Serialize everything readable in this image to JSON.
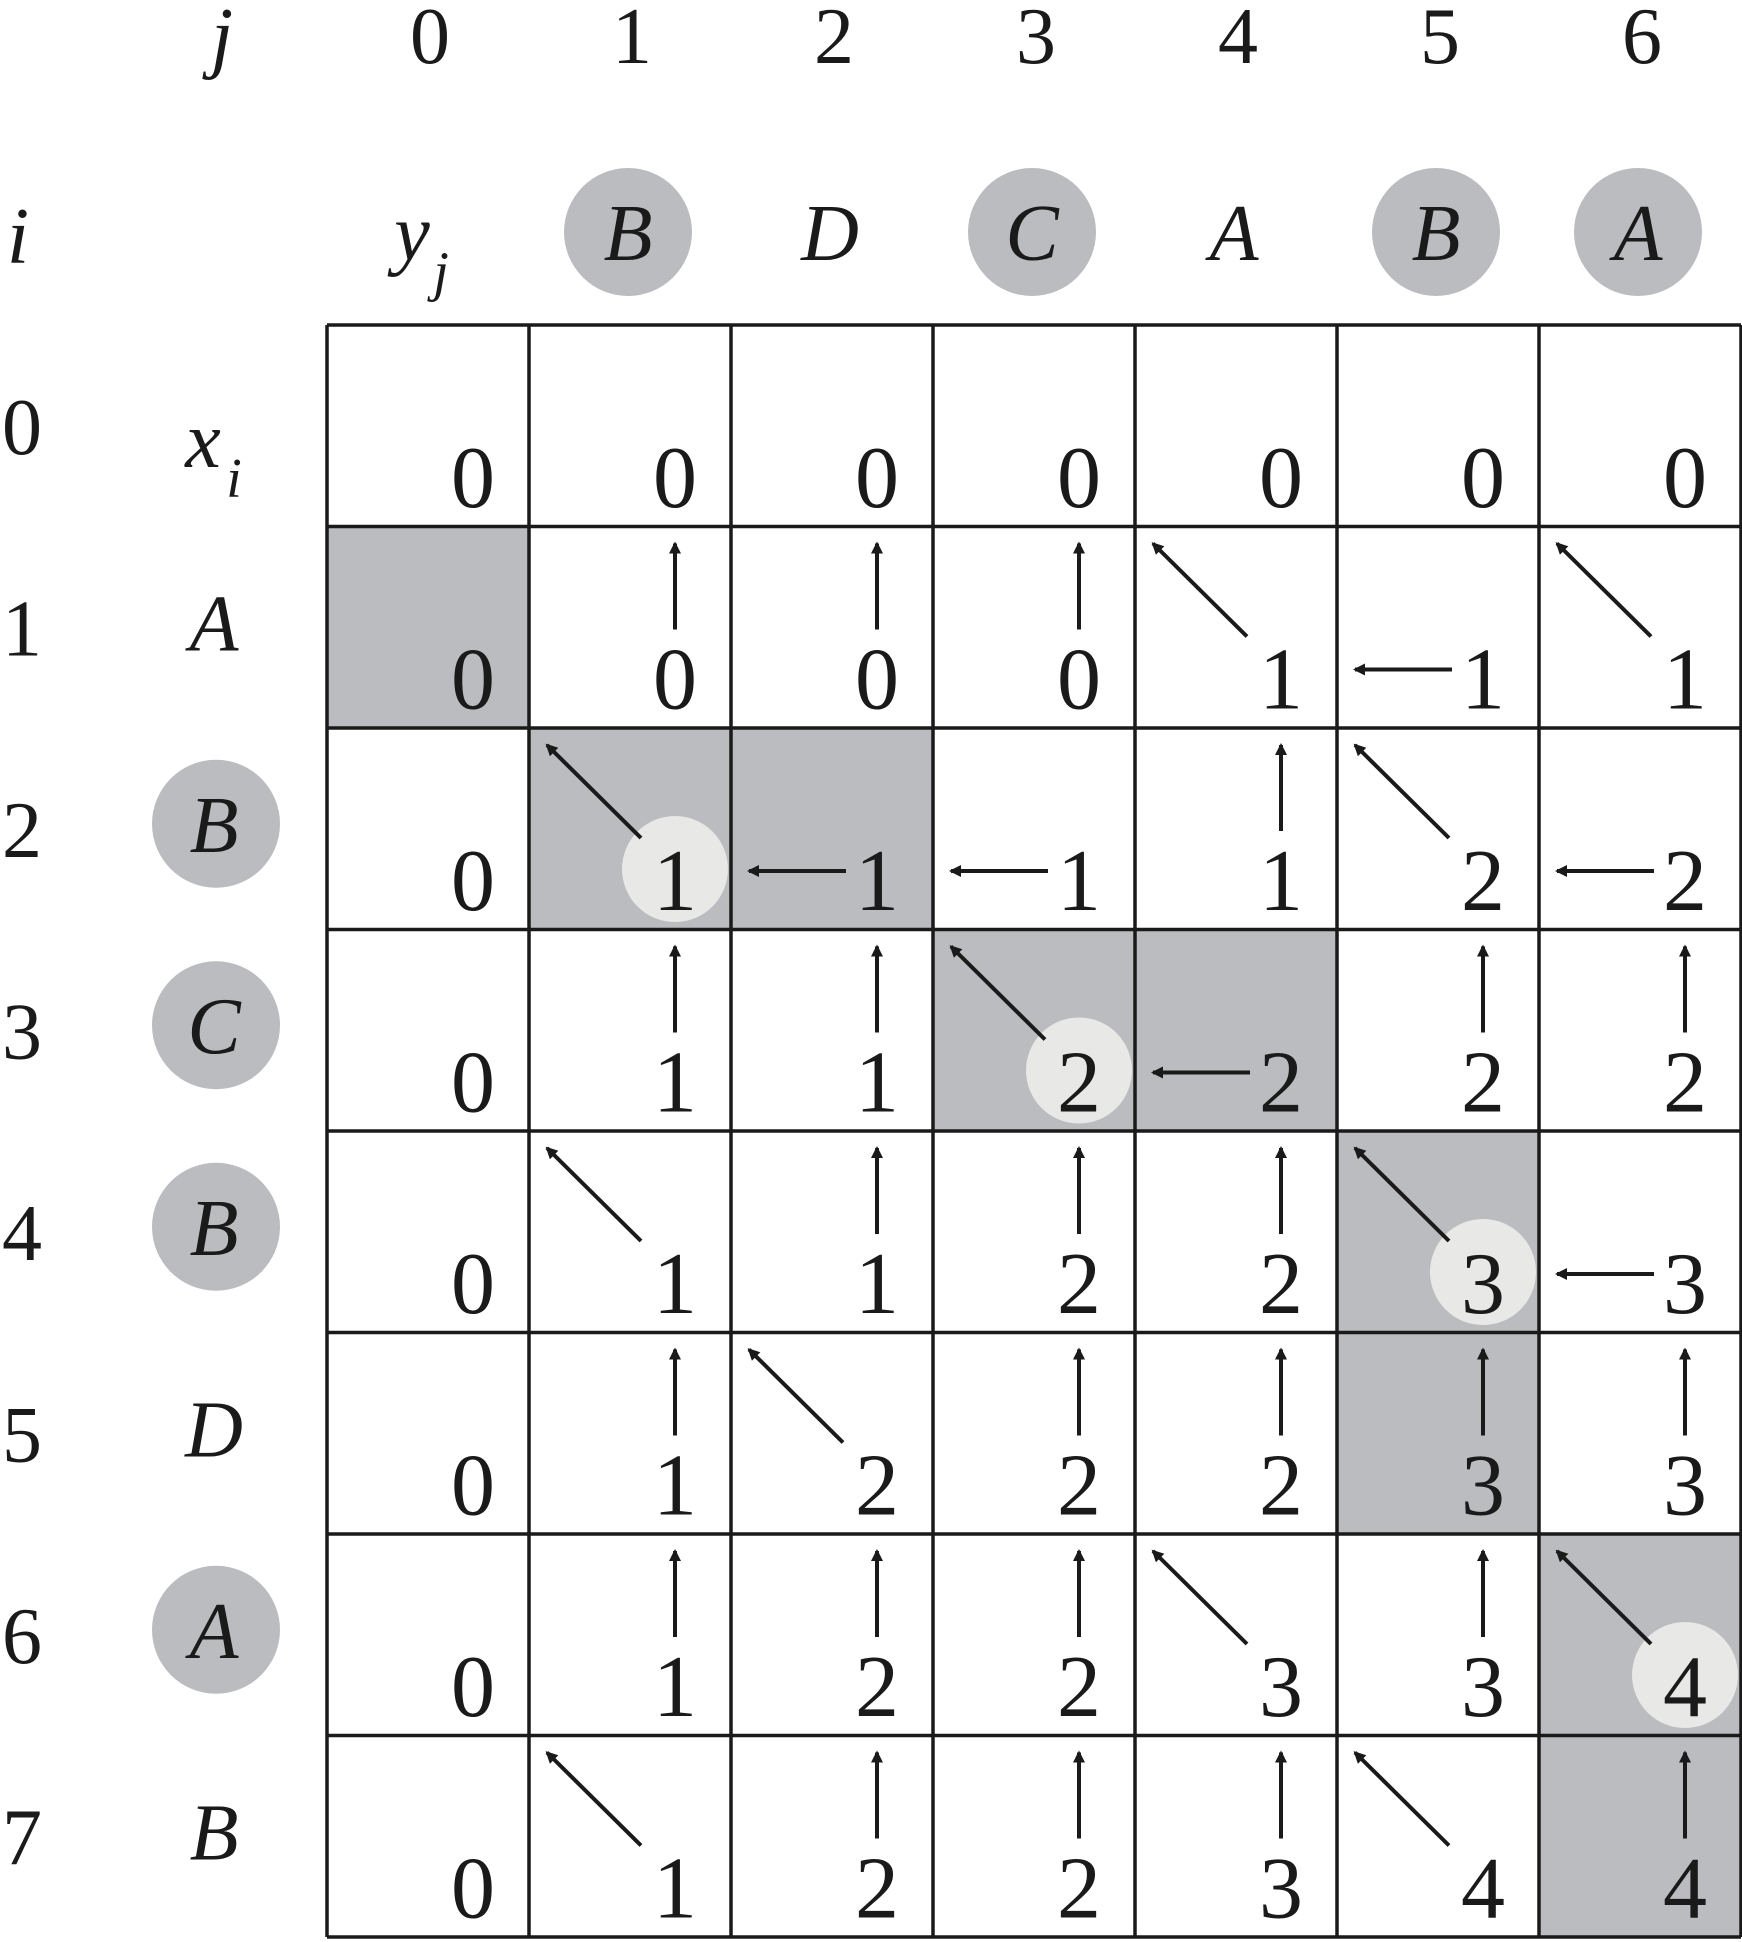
{
  "colors": {
    "shade": "#bbbcbf",
    "highlight_circle": "#e8e8e6",
    "line": "#1a1a1a",
    "text": "#1a1a1a",
    "background": "#ffffff"
  },
  "header": {
    "j_label": "j",
    "i_label": "i",
    "y_label": "y",
    "y_sub": "j",
    "x_label": "x",
    "x_sub": "i"
  },
  "column_indices": [
    "0",
    "1",
    "2",
    "3",
    "4",
    "5",
    "6"
  ],
  "row_indices": [
    "0",
    "1",
    "2",
    "3",
    "4",
    "5",
    "6",
    "7"
  ],
  "y_sequence": [
    {
      "letter": "B",
      "highlighted": true
    },
    {
      "letter": "D",
      "highlighted": false
    },
    {
      "letter": "C",
      "highlighted": true
    },
    {
      "letter": "A",
      "highlighted": false
    },
    {
      "letter": "B",
      "highlighted": true
    },
    {
      "letter": "A",
      "highlighted": true
    }
  ],
  "x_sequence": [
    {
      "letter": "A",
      "highlighted": false
    },
    {
      "letter": "B",
      "highlighted": true
    },
    {
      "letter": "C",
      "highlighted": true
    },
    {
      "letter": "B",
      "highlighted": true
    },
    {
      "letter": "D",
      "highlighted": false
    },
    {
      "letter": "A",
      "highlighted": true
    },
    {
      "letter": "B",
      "highlighted": false
    }
  ],
  "table": {
    "values": [
      [
        0,
        0,
        0,
        0,
        0,
        0,
        0
      ],
      [
        0,
        0,
        0,
        0,
        1,
        1,
        1
      ],
      [
        0,
        1,
        1,
        1,
        1,
        2,
        2
      ],
      [
        0,
        1,
        1,
        2,
        2,
        2,
        2
      ],
      [
        0,
        1,
        1,
        2,
        2,
        3,
        3
      ],
      [
        0,
        1,
        2,
        2,
        2,
        3,
        3
      ],
      [
        0,
        1,
        2,
        2,
        3,
        3,
        4
      ],
      [
        0,
        1,
        2,
        2,
        3,
        4,
        4
      ]
    ],
    "arrows": [
      [
        "",
        "",
        "",
        "",
        "",
        "",
        ""
      ],
      [
        "",
        "up",
        "up",
        "up",
        "diag",
        "left",
        "diag"
      ],
      [
        "",
        "diag",
        "left",
        "left",
        "up",
        "diag",
        "left"
      ],
      [
        "",
        "up",
        "up",
        "diag",
        "left",
        "up",
        "up"
      ],
      [
        "",
        "diag",
        "up",
        "up",
        "up",
        "diag",
        "left"
      ],
      [
        "",
        "up",
        "diag",
        "up",
        "up",
        "up",
        "up"
      ],
      [
        "",
        "up",
        "up",
        "up",
        "diag",
        "up",
        "diag"
      ],
      [
        "",
        "diag",
        "up",
        "up",
        "up",
        "diag",
        "up"
      ]
    ],
    "shaded_cells": [
      [
        1,
        0
      ],
      [
        2,
        1
      ],
      [
        2,
        2
      ],
      [
        3,
        3
      ],
      [
        3,
        4
      ],
      [
        4,
        5
      ],
      [
        5,
        5
      ],
      [
        6,
        6
      ],
      [
        7,
        6
      ]
    ],
    "circled_cells": [
      [
        2,
        1
      ],
      [
        3,
        3
      ],
      [
        4,
        5
      ],
      [
        6,
        6
      ]
    ]
  }
}
